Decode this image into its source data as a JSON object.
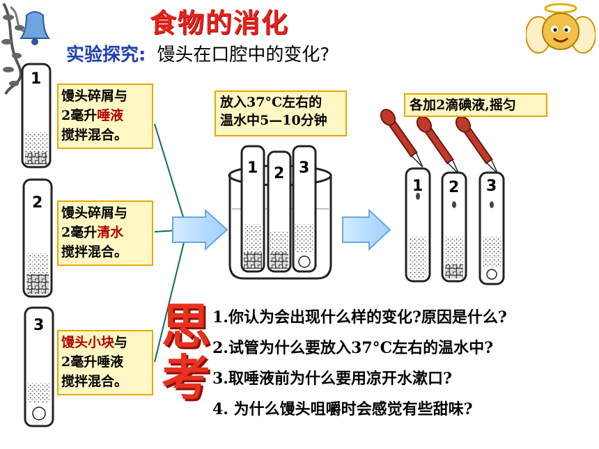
{
  "title": "食物的消化",
  "subtitle": {
    "label": "实验探究:",
    "question": "馒头在口腔中的变化?"
  },
  "tubes_left": [
    "1",
    "2",
    "3"
  ],
  "notes": [
    {
      "pre": "馒头碎屑与",
      "line2a": "2毫升",
      "highlight": "唾液",
      "line2b": "",
      "line3": "搅拌混合。"
    },
    {
      "pre": "馒头碎屑与",
      "line2a": "2毫升",
      "highlight": "清水",
      "line2b": "",
      "line3": "搅拌混合。"
    },
    {
      "highlightTop": "馒头小块",
      "preRest": "与",
      "line2a": "2毫升唾液",
      "line3": "搅拌混合。"
    }
  ],
  "step_water": {
    "line1": "放入37°C左右的",
    "line2": "温水中5—10分钟"
  },
  "step_iodine": "各加2滴碘液,摇匀",
  "think": [
    "思",
    "考"
  ],
  "questions": [
    "1.你认为会出现什么样的变化?原因是什么?",
    "2.试管为什么要放入37°C左右的温水中?",
    "3.取唾液前为什么要用凉开水漱口?",
    "4. 为什么馒头咀嚼时会感觉有些甜味?"
  ]
}
